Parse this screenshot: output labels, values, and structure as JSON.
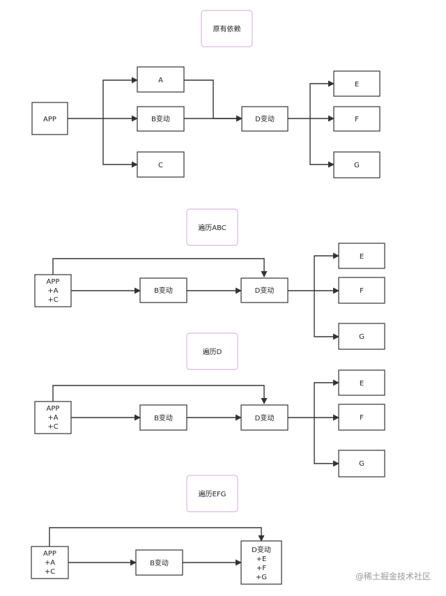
{
  "sections": [
    {
      "title": "原有依赖",
      "nodes": {
        "app": [
          "APP"
        ],
        "a": [
          "A"
        ],
        "b": [
          "B变动"
        ],
        "c": [
          "C"
        ],
        "d": [
          "D变动"
        ],
        "e": [
          "E"
        ],
        "f": [
          "F"
        ],
        "g": [
          "G"
        ]
      }
    },
    {
      "title": "遍历ABC",
      "nodes": {
        "app": [
          "APP",
          "+A",
          "+C"
        ],
        "b": [
          "B变动"
        ],
        "d": [
          "D变动"
        ],
        "e": [
          "E"
        ],
        "f": [
          "F"
        ],
        "g": [
          "G"
        ]
      }
    },
    {
      "title": "遍历D",
      "nodes": {
        "app": [
          "APP",
          "+A",
          "+C"
        ],
        "b": [
          "B变动"
        ],
        "d": [
          "D变动"
        ],
        "e": [
          "E"
        ],
        "f": [
          "F"
        ],
        "g": [
          "G"
        ]
      }
    },
    {
      "title": "遍历EFG",
      "nodes": {
        "app": [
          "APP",
          "+A",
          "+C"
        ],
        "b": [
          "B变动"
        ],
        "d": [
          "D变动",
          "+E",
          "+F",
          "+G"
        ]
      }
    }
  ],
  "watermark": "@稀土掘金技术社区"
}
